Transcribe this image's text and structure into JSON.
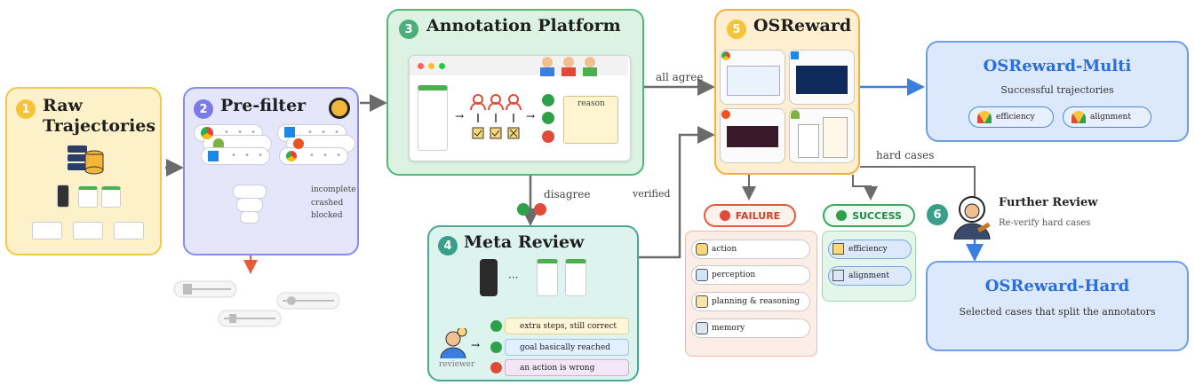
{
  "step1": {
    "number": "1",
    "title_line1": "Raw",
    "title_line2": "Trajectories"
  },
  "step2": {
    "number": "2",
    "title": "Pre-filter",
    "filters": [
      "incomplete",
      "crashed",
      "blocked"
    ]
  },
  "step3": {
    "number": "3",
    "title": "Annotation Platform",
    "reason_label": "reason"
  },
  "step4": {
    "number": "4",
    "title": "Meta Review",
    "reviewer_label": "reviewer",
    "ellipsis": "···",
    "verdicts": [
      {
        "status": "correct",
        "text": "extra steps, still correct",
        "color": "#fdf6d8"
      },
      {
        "status": "correct",
        "text": "goal basically reached",
        "color": "#e1efff"
      },
      {
        "status": "wrong",
        "text": "an action is wrong",
        "color": "#f3e6f6"
      }
    ]
  },
  "step5": {
    "number": "5",
    "title": "OSReward"
  },
  "step6": {
    "number": "6",
    "title": "Further Review",
    "subtitle": "Re-verify hard cases"
  },
  "edges": {
    "all_agree": "all agree",
    "disagree": "disagree",
    "verified": "verified",
    "hard_cases": "hard cases"
  },
  "failure": {
    "label": "FAILURE",
    "items": [
      "action",
      "perception",
      "planning & reasoning",
      "memory"
    ]
  },
  "success": {
    "label": "SUCCESS",
    "items": [
      "efficiency",
      "alignment"
    ]
  },
  "multi": {
    "title": "OSReward-Multi",
    "subtitle": "Successful trajectories",
    "tags": [
      "efficiency",
      "alignment"
    ]
  },
  "hard": {
    "title": "OSReward-Hard",
    "subtitle": "Selected cases that split the annotators"
  },
  "colors": {
    "yellow": "#f8cd3a",
    "purple": "#7b7be8",
    "green": "#4caf7a",
    "teal": "#3a9e8a",
    "orange": "#f4a540",
    "blue": "#3a7fe0",
    "red": "#e04a3a"
  }
}
